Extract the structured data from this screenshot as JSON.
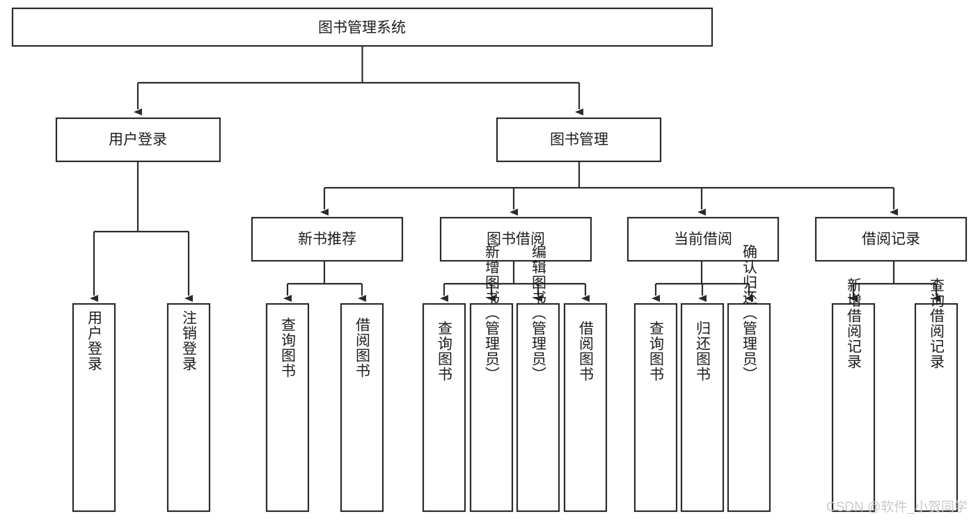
{
  "diagram": {
    "type": "tree-hierarchy-chart",
    "title_node": "图书管理系统",
    "watermark": "CSDN @软件_小贺同学",
    "colors": {
      "box_stroke": "#2b2b2b",
      "box_fill": "#ffffff",
      "text": "#1c1c1c",
      "connector": "#2b2b2b",
      "watermark": "#c9c9c9",
      "background": "#ffffff"
    },
    "nodes": {
      "root": {
        "label": "图书管理系统"
      },
      "level2": [
        {
          "id": "user-login",
          "label": "用户登录"
        },
        {
          "id": "book-management",
          "label": "图书管理"
        }
      ],
      "level3": [
        {
          "id": "new-book-recommend",
          "label": "新书推荐"
        },
        {
          "id": "book-borrow",
          "label": "图书借阅"
        },
        {
          "id": "current-borrow",
          "label": "当前借阅"
        },
        {
          "id": "borrow-record",
          "label": "借阅记录"
        }
      ],
      "leaves": {
        "user_login": [
          {
            "id": "leaf-user-login",
            "label": "用户登录"
          },
          {
            "id": "leaf-logout-login",
            "label": "注销登录"
          }
        ],
        "new_book_recommend": [
          {
            "id": "leaf-query-book-1",
            "label": "查询图书"
          },
          {
            "id": "leaf-borrow-book-1",
            "label": "借阅图书"
          }
        ],
        "book_borrow": [
          {
            "id": "leaf-query-book-2",
            "label": "查询图书"
          },
          {
            "id": "leaf-add-book-admin",
            "label": "新增图书（管理员）"
          },
          {
            "id": "leaf-edit-book-admin",
            "label": "编辑图书（管理员）"
          },
          {
            "id": "leaf-borrow-book-2",
            "label": "借阅图书"
          }
        ],
        "current_borrow": [
          {
            "id": "leaf-query-book-3",
            "label": "查询图书"
          },
          {
            "id": "leaf-return-book",
            "label": "归还图书"
          },
          {
            "id": "leaf-confirm-return-admin",
            "label": "确认归还（管理员）"
          }
        ],
        "borrow_record": [
          {
            "id": "leaf-add-borrow-record",
            "label": "新增借阅记录"
          },
          {
            "id": "leaf-query-borrow-record",
            "label": "查询借阅记录"
          }
        ]
      }
    }
  }
}
